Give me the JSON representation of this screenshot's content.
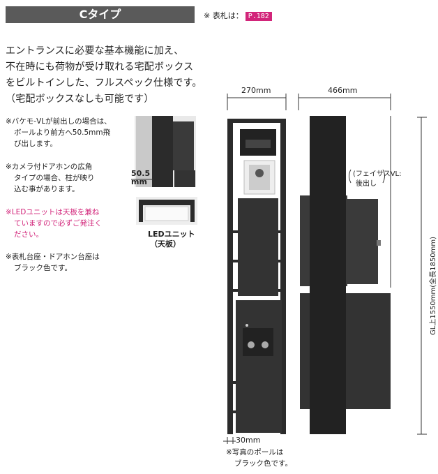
{
  "header": {
    "title": "Cタイプ",
    "nameplate_note": "※ 表札は：",
    "nameplate_page": "P.182"
  },
  "intro": [
    "エントランスに必要な基本機能に加え、",
    "不在時にも荷物が受け取れる宅配ボックス",
    "をビルトインした、フルスペック仕様です。",
    "（宅配ボックスなしも可能です）"
  ],
  "notes": [
    {
      "lines": [
        "※バケモ-VLが前出しの場合は、",
        "ボールより前方へ50.5mm飛",
        "び出します。"
      ],
      "color": "normal"
    },
    {
      "lines": [
        "※カメラ付ドアホンの広角",
        "タイプの場合、柱が映り",
        "込む事があります。"
      ],
      "color": "normal"
    },
    {
      "lines": [
        "※LEDユニットは天板を兼ね",
        "ていますので必ずご発注く",
        "ださい。"
      ],
      "color": "pink"
    },
    {
      "lines": [
        "※表札台座・ドアホン台座は",
        "ブラック色です。"
      ],
      "color": "normal"
    }
  ],
  "detail": {
    "offset_value": "50.5",
    "offset_unit": "mm",
    "led_label": "LEDユニット",
    "led_sub": "（天板）"
  },
  "dimensions": {
    "front_width": "270mm",
    "side_width": "466mm",
    "height": "GL上1550mm(全長1850mm)",
    "pole_width": "30mm",
    "facesus_label_1": "(フェイサスVL:",
    "facesus_label_2": "後出し"
  },
  "photo_note": [
    "※写真のポールは",
    "ブラック色です。"
  ],
  "colors": {
    "banner": "#5a5a5a",
    "accent_pink": "#d2257a",
    "product_dark": "#2b2b2b"
  }
}
